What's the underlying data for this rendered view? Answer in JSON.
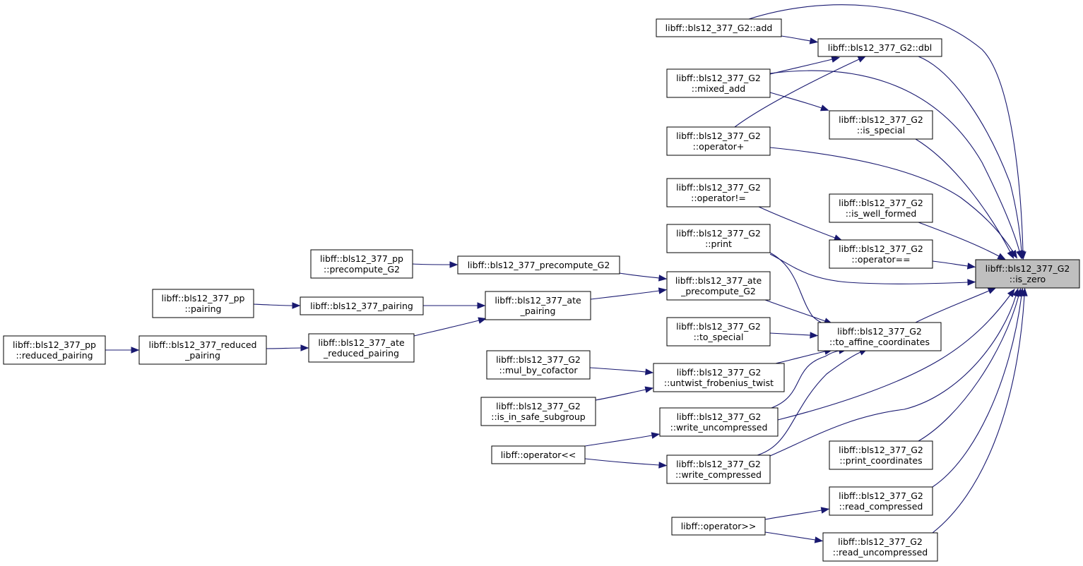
{
  "graph": {
    "title": "",
    "nodes": [
      {
        "id": "is_zero",
        "lines": [
          "libff::bls12_377_G2",
          "::is_zero"
        ],
        "highlight": true
      },
      {
        "id": "add",
        "lines": [
          "libff::bls12_377_G2::add"
        ]
      },
      {
        "id": "dbl",
        "lines": [
          "libff::bls12_377_G2::dbl"
        ]
      },
      {
        "id": "mixed_add",
        "lines": [
          "libff::bls12_377_G2",
          "::mixed_add"
        ]
      },
      {
        "id": "is_special",
        "lines": [
          "libff::bls12_377_G2",
          "::is_special"
        ]
      },
      {
        "id": "op_plus",
        "lines": [
          "libff::bls12_377_G2",
          "::operator+"
        ]
      },
      {
        "id": "op_neq",
        "lines": [
          "libff::bls12_377_G2",
          "::operator!="
        ]
      },
      {
        "id": "is_well_formed",
        "lines": [
          "libff::bls12_377_G2",
          "::is_well_formed"
        ]
      },
      {
        "id": "print",
        "lines": [
          "libff::bls12_377_G2",
          "::print"
        ]
      },
      {
        "id": "op_eq",
        "lines": [
          "libff::bls12_377_G2",
          "::operator=="
        ]
      },
      {
        "id": "pp_precompute_G2",
        "lines": [
          "libff::bls12_377_pp",
          "::precompute_G2"
        ]
      },
      {
        "id": "precompute_G2",
        "lines": [
          "libff::bls12_377_precompute_G2"
        ]
      },
      {
        "id": "ate_precompute_G2",
        "lines": [
          "libff::bls12_377_ate",
          "_precompute_G2"
        ]
      },
      {
        "id": "pp_pairing",
        "lines": [
          "libff::bls12_377_pp",
          "::pairing"
        ]
      },
      {
        "id": "pairing",
        "lines": [
          "libff::bls12_377_pairing"
        ]
      },
      {
        "id": "ate_pairing",
        "lines": [
          "libff::bls12_377_ate",
          "_pairing"
        ]
      },
      {
        "id": "to_special",
        "lines": [
          "libff::bls12_377_G2",
          "::to_special"
        ]
      },
      {
        "id": "to_affine",
        "lines": [
          "libff::bls12_377_G2",
          "::to_affine_coordinates"
        ]
      },
      {
        "id": "pp_reduced_pairing",
        "lines": [
          "libff::bls12_377_pp",
          "::reduced_pairing"
        ]
      },
      {
        "id": "reduced_pairing",
        "lines": [
          "libff::bls12_377_reduced",
          "_pairing"
        ]
      },
      {
        "id": "ate_reduced_pairing",
        "lines": [
          "libff::bls12_377_ate",
          "_reduced_pairing"
        ]
      },
      {
        "id": "mul_by_cofactor",
        "lines": [
          "libff::bls12_377_G2",
          "::mul_by_cofactor"
        ]
      },
      {
        "id": "untwist",
        "lines": [
          "libff::bls12_377_G2",
          "::untwist_frobenius_twist"
        ]
      },
      {
        "id": "is_in_safe_subgroup",
        "lines": [
          "libff::bls12_377_G2",
          "::is_in_safe_subgroup"
        ]
      },
      {
        "id": "write_uncompressed",
        "lines": [
          "libff::bls12_377_G2",
          "::write_uncompressed"
        ]
      },
      {
        "id": "op_shl",
        "lines": [
          "libff::operator<<"
        ]
      },
      {
        "id": "write_compressed",
        "lines": [
          "libff::bls12_377_G2",
          "::write_compressed"
        ]
      },
      {
        "id": "print_coordinates",
        "lines": [
          "libff::bls12_377_G2",
          "::print_coordinates"
        ]
      },
      {
        "id": "read_compressed",
        "lines": [
          "libff::bls12_377_G2",
          "::read_compressed"
        ]
      },
      {
        "id": "op_shr",
        "lines": [
          "libff::operator>>"
        ]
      },
      {
        "id": "read_uncompressed",
        "lines": [
          "libff::bls12_377_G2",
          "::read_uncompressed"
        ]
      }
    ],
    "edges": [
      {
        "from": "add",
        "to": "is_zero"
      },
      {
        "from": "add",
        "to": "dbl"
      },
      {
        "from": "dbl",
        "to": "is_zero"
      },
      {
        "from": "mixed_add",
        "to": "dbl"
      },
      {
        "from": "mixed_add",
        "to": "is_zero"
      },
      {
        "from": "mixed_add",
        "to": "is_special"
      },
      {
        "from": "op_plus",
        "to": "dbl"
      },
      {
        "from": "op_plus",
        "to": "is_zero"
      },
      {
        "from": "is_special",
        "to": "is_zero"
      },
      {
        "from": "is_well_formed",
        "to": "is_zero"
      },
      {
        "from": "op_neq",
        "to": "op_eq"
      },
      {
        "from": "op_eq",
        "to": "is_zero"
      },
      {
        "from": "print",
        "to": "is_zero"
      },
      {
        "from": "print",
        "to": "to_affine"
      },
      {
        "from": "pp_precompute_G2",
        "to": "precompute_G2"
      },
      {
        "from": "precompute_G2",
        "to": "ate_precompute_G2"
      },
      {
        "from": "pp_pairing",
        "to": "pairing"
      },
      {
        "from": "pairing",
        "to": "ate_pairing"
      },
      {
        "from": "ate_pairing",
        "to": "ate_precompute_G2"
      },
      {
        "from": "ate_precompute_G2",
        "to": "to_affine"
      },
      {
        "from": "to_special",
        "to": "to_affine"
      },
      {
        "from": "to_affine",
        "to": "is_zero"
      },
      {
        "from": "pp_reduced_pairing",
        "to": "reduced_pairing"
      },
      {
        "from": "reduced_pairing",
        "to": "ate_reduced_pairing"
      },
      {
        "from": "ate_reduced_pairing",
        "to": "ate_pairing"
      },
      {
        "from": "mul_by_cofactor",
        "to": "untwist"
      },
      {
        "from": "is_in_safe_subgroup",
        "to": "untwist"
      },
      {
        "from": "untwist",
        "to": "to_affine"
      },
      {
        "from": "write_uncompressed",
        "to": "to_affine"
      },
      {
        "from": "write_uncompressed",
        "to": "is_zero"
      },
      {
        "from": "write_compressed",
        "to": "to_affine"
      },
      {
        "from": "write_compressed",
        "to": "is_zero"
      },
      {
        "from": "op_shl",
        "to": "write_uncompressed"
      },
      {
        "from": "op_shl",
        "to": "write_compressed"
      },
      {
        "from": "print_coordinates",
        "to": "is_zero"
      },
      {
        "from": "read_compressed",
        "to": "is_zero"
      },
      {
        "from": "read_uncompressed",
        "to": "is_zero"
      },
      {
        "from": "op_shr",
        "to": "read_compressed"
      },
      {
        "from": "op_shr",
        "to": "read_uncompressed"
      }
    ]
  }
}
